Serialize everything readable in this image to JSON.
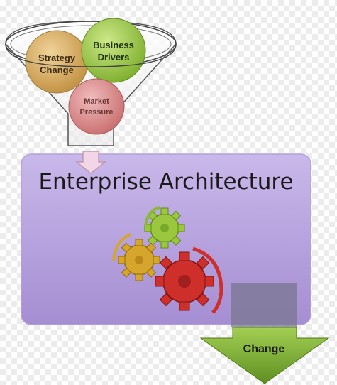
{
  "funnel": {
    "inputs": {
      "strategy": [
        "Strategy",
        "Change"
      ],
      "business": [
        "Business",
        "Drivers"
      ],
      "market": [
        "Market",
        "Pressure"
      ]
    }
  },
  "enterprise": {
    "title": "Enterprise Architecture"
  },
  "output": {
    "label": "Change"
  },
  "colors": {
    "ea_box": "#b6a3dc",
    "strategy": "#d9b069",
    "business": "#a3d047",
    "market": "#d89190",
    "gear_green": "#9ac73e",
    "gear_gold": "#d6a62c",
    "gear_red": "#cf2f2b",
    "arrow_green": "#76a52e"
  }
}
